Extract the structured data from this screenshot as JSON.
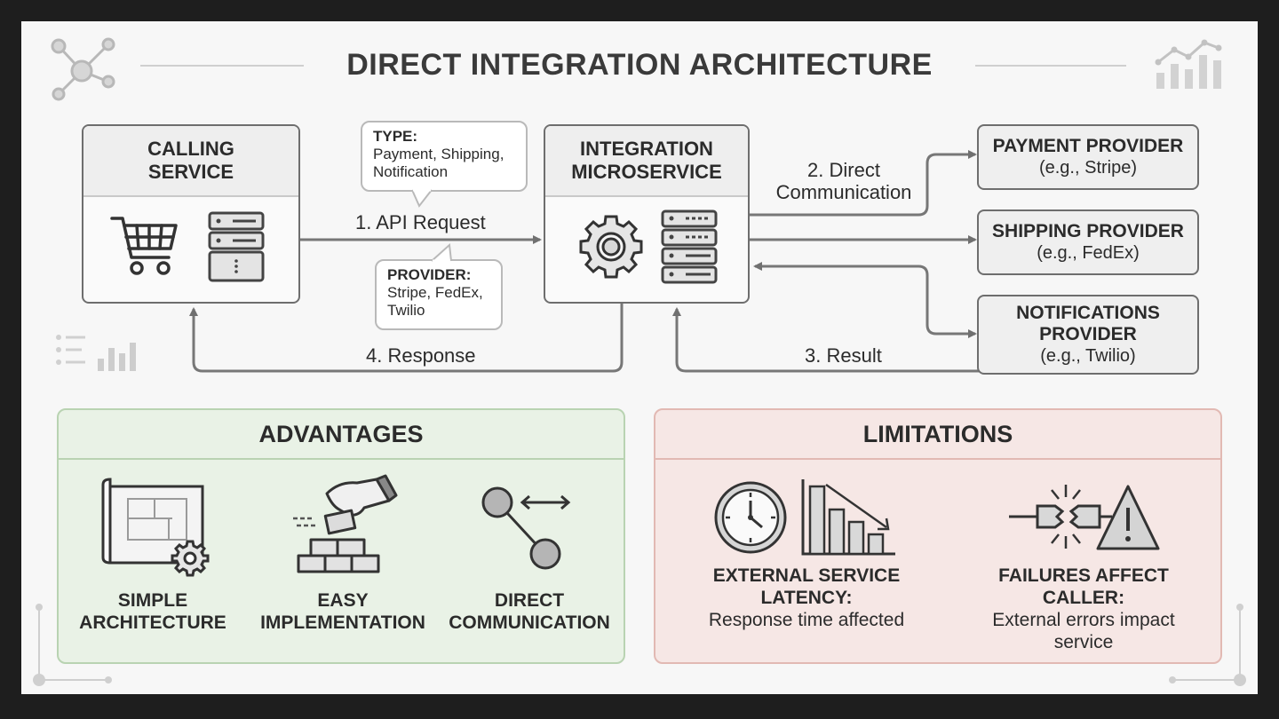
{
  "title": "DIRECT INTEGRATION ARCHITECTURE",
  "calling_service": {
    "line1": "CALLING",
    "line2": "SERVICE"
  },
  "integration": {
    "line1": "INTEGRATION",
    "line2": "MICROSERVICE"
  },
  "type_bubble": {
    "key": "TYPE:",
    "value": "Payment, Shipping, Notification"
  },
  "provider_bubble": {
    "key": "PROVIDER:",
    "value": "Stripe, FedEx, Twilio"
  },
  "flows": {
    "step1": "1. API Request",
    "step2_line1": "2. Direct",
    "step2_line2": "Communication",
    "step3": "3. Result",
    "step4": "4. Response"
  },
  "providers": [
    {
      "name": "PAYMENT PROVIDER",
      "example": "(e.g., Stripe)"
    },
    {
      "name": "SHIPPING PROVIDER",
      "example": "(e.g., FedEx)"
    },
    {
      "name_line1": "NOTIFICATIONS",
      "name_line2": "PROVIDER",
      "example": "(e.g., Twilio)"
    }
  ],
  "advantages": {
    "title": "ADVANTAGES",
    "items": [
      {
        "line1": "SIMPLE",
        "line2": "ARCHITECTURE",
        "icon": "blueprint-gear-icon"
      },
      {
        "line1": "EASY",
        "line2": "IMPLEMENTATION",
        "icon": "hand-building-blocks-icon"
      },
      {
        "line1": "DIRECT",
        "line2": "COMMUNICATION",
        "icon": "nodes-arrow-icon"
      }
    ]
  },
  "limitations": {
    "title": "LIMITATIONS",
    "items": [
      {
        "line1": "EXTERNAL SERVICE",
        "line2": "LATENCY:",
        "desc": "Response time affected",
        "icon": "clock-declining-chart-icon"
      },
      {
        "line1": "FAILURES AFFECT",
        "line2": "CALLER:",
        "desc_line1": "External errors impact",
        "desc_line2": "service",
        "icon": "broken-plug-warning-icon"
      }
    ]
  },
  "colors": {
    "advantages_bg": "#e9f2e6",
    "advantages_border": "#b9d3b2",
    "limitations_bg": "#f6e7e5",
    "limitations_border": "#e2b9b3"
  }
}
